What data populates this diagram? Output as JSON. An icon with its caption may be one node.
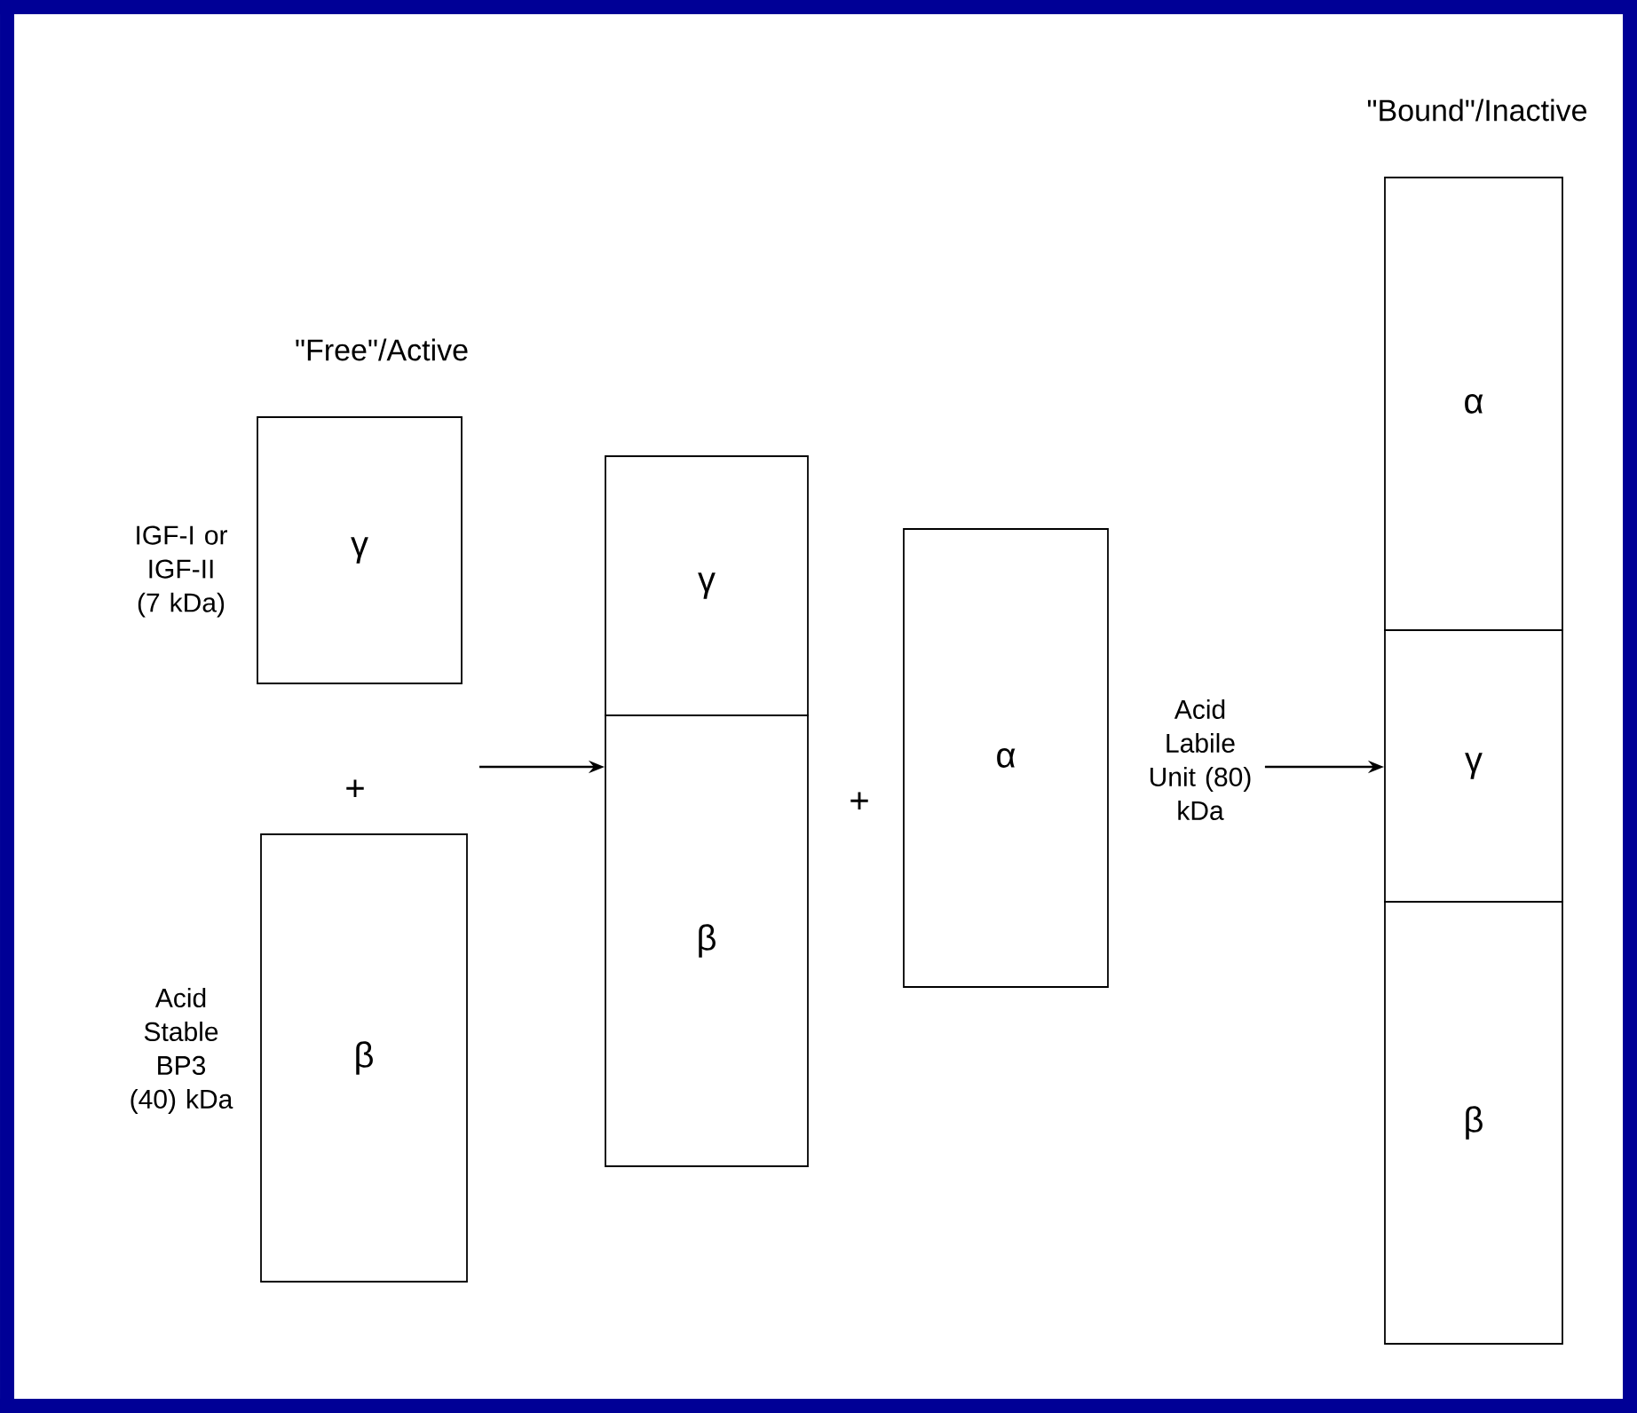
{
  "diagram": {
    "nodes": [
      {
        "text": [
          "γ"
        ],
        "beside": [
          "IGF-I or IGF-II (7 kDa)"
        ]
      },
      {
        "text": [
          "β"
        ],
        "beside": [
          "Acid Stable BP3 (40) kDa"
        ]
      },
      {
        "text": [
          "γ"
        ]
      },
      {
        "text": [
          "β"
        ]
      },
      {
        "text": [
          "α"
        ],
        "beside": [
          "Acid Labile Unit (80) kDa"
        ]
      },
      {
        "text": [
          "α"
        ]
      },
      {
        "text": [
          "γ"
        ]
      },
      {
        "text": [
          "β"
        ]
      }
    ],
    "edges": [
      {
        "from": null,
        "to": 3,
        "arrow": "to"
      },
      {
        "from": 4,
        "to": 6,
        "arrow": "to"
      }
    ],
    "labels": [
      "\"Free\"/Active",
      "\"Bound\"/Inactive",
      "+",
      "+"
    ]
  }
}
